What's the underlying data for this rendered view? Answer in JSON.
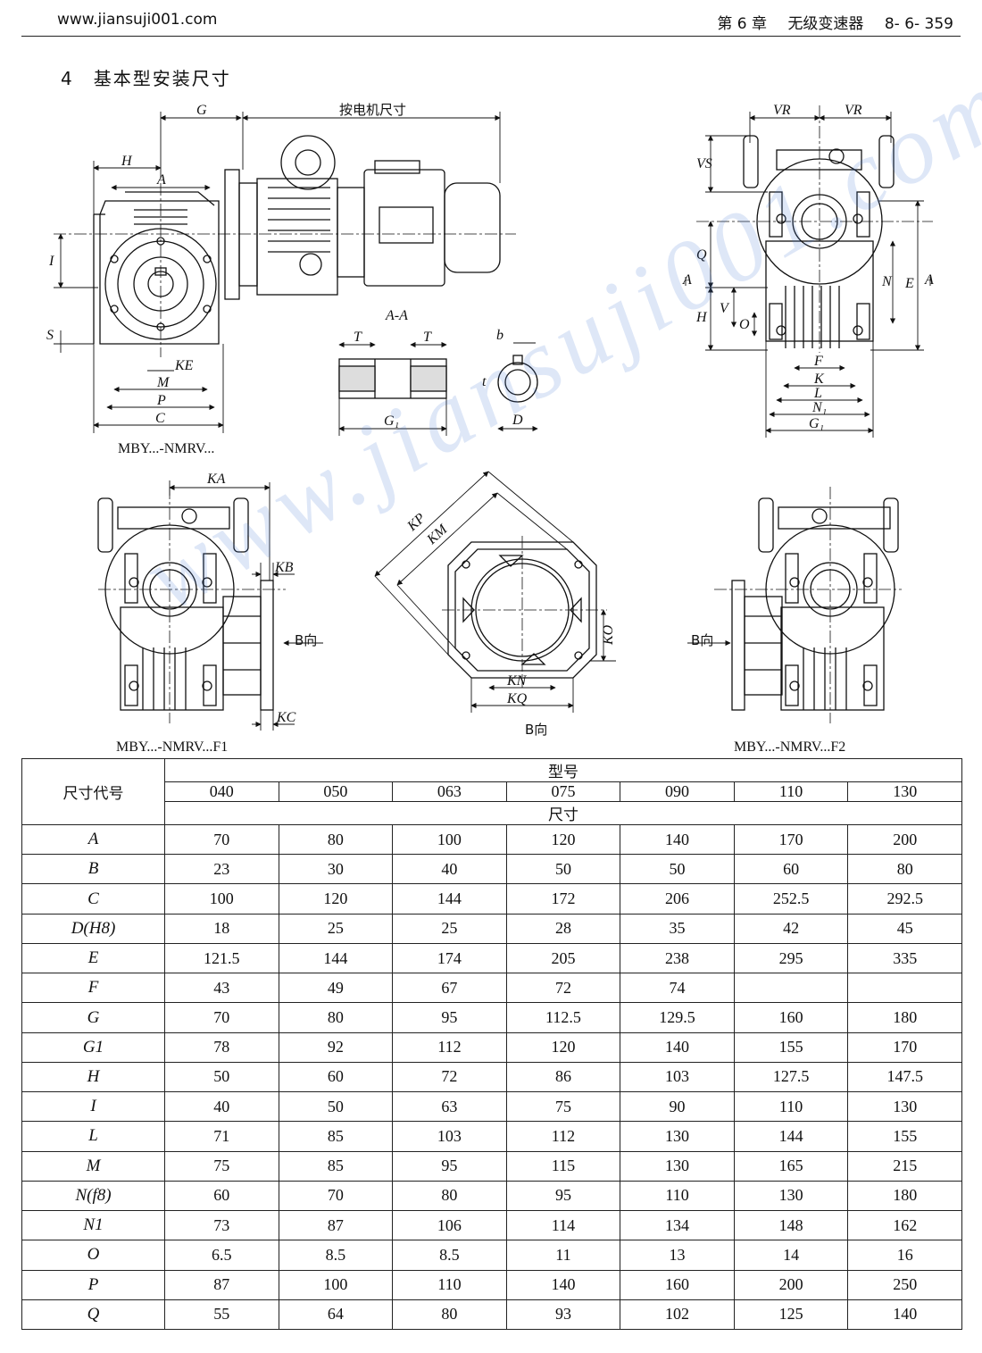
{
  "header": {
    "site": "www.jiansuji001.com",
    "chapter": "第 6 章",
    "chapter_title": "无级变速器",
    "page_ref": "8- 6- 359"
  },
  "section": {
    "number": "4",
    "title": "基本型安装尺寸"
  },
  "captions": {
    "main": "MBY...-NMRV...",
    "f1": "MBY...-NMRV...F1",
    "f2": "MBY...-NMRV...F2",
    "view_b": "B向",
    "section_aa": "A-A",
    "motor_dim": "按电机尺寸"
  },
  "dim_labels": {
    "G": "G",
    "H": "H",
    "A": "A",
    "I": "I",
    "S": "S",
    "KE": "KE",
    "M": "M",
    "P": "P",
    "C": "C",
    "T": "T",
    "G1": "G₁",
    "b": "b",
    "t": "t",
    "D": "D",
    "VR": "VR",
    "VS": "VS",
    "Q": "Q",
    "V": "V",
    "O": "O",
    "N": "N",
    "E": "E",
    "F": "F",
    "K": "K",
    "L": "L",
    "N1": "N₁",
    "KA": "KA",
    "KB": "KB",
    "KC": "KC",
    "KP": "KP",
    "KM": "KM",
    "KO": "KO",
    "KN": "KN",
    "KQ": "KQ",
    "B_arrow": "B向",
    "A_arrow": "A"
  },
  "watermark": "www.jiansuji001.com",
  "table": {
    "code_header": "尺寸代号",
    "model_header": "型号",
    "size_header": "尺寸",
    "models": [
      "040",
      "050",
      "063",
      "075",
      "090",
      "110",
      "130"
    ],
    "rows": [
      {
        "code": "A",
        "values": [
          "70",
          "80",
          "100",
          "120",
          "140",
          "170",
          "200"
        ]
      },
      {
        "code": "B",
        "values": [
          "23",
          "30",
          "40",
          "50",
          "50",
          "60",
          "80"
        ]
      },
      {
        "code": "C",
        "values": [
          "100",
          "120",
          "144",
          "172",
          "206",
          "252.5",
          "292.5"
        ]
      },
      {
        "code": "D(H8)",
        "values": [
          "18",
          "25",
          "25",
          "28",
          "35",
          "42",
          "45"
        ]
      },
      {
        "code": "E",
        "values": [
          "121.5",
          "144",
          "174",
          "205",
          "238",
          "295",
          "335"
        ]
      },
      {
        "code": "F",
        "values": [
          "43",
          "49",
          "67",
          "72",
          "74",
          "",
          ""
        ]
      },
      {
        "code": "G",
        "values": [
          "70",
          "80",
          "95",
          "112.5",
          "129.5",
          "160",
          "180"
        ]
      },
      {
        "code": "G1",
        "values": [
          "78",
          "92",
          "112",
          "120",
          "140",
          "155",
          "170"
        ]
      },
      {
        "code": "H",
        "values": [
          "50",
          "60",
          "72",
          "86",
          "103",
          "127.5",
          "147.5"
        ]
      },
      {
        "code": "I",
        "values": [
          "40",
          "50",
          "63",
          "75",
          "90",
          "110",
          "130"
        ]
      },
      {
        "code": "L",
        "values": [
          "71",
          "85",
          "103",
          "112",
          "130",
          "144",
          "155"
        ]
      },
      {
        "code": "M",
        "values": [
          "75",
          "85",
          "95",
          "115",
          "130",
          "165",
          "215"
        ]
      },
      {
        "code": "N(f8)",
        "values": [
          "60",
          "70",
          "80",
          "95",
          "110",
          "130",
          "180"
        ]
      },
      {
        "code": "N1",
        "values": [
          "73",
          "87",
          "106",
          "114",
          "134",
          "148",
          "162"
        ]
      },
      {
        "code": "O",
        "values": [
          "6.5",
          "8.5",
          "8.5",
          "11",
          "13",
          "14",
          "16"
        ]
      },
      {
        "code": "P",
        "values": [
          "87",
          "100",
          "110",
          "140",
          "160",
          "200",
          "250"
        ]
      },
      {
        "code": "Q",
        "values": [
          "55",
          "64",
          "80",
          "93",
          "102",
          "125",
          "140"
        ]
      }
    ]
  }
}
